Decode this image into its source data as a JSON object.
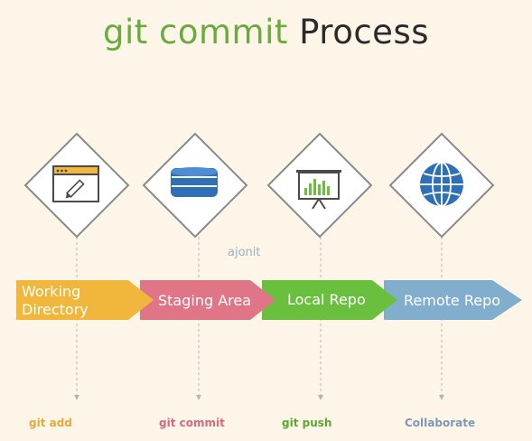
{
  "title": {
    "part1": "git commit",
    "part2": "Process"
  },
  "watermark": "ajonit",
  "stages": [
    {
      "label_line1": "Working",
      "label_line2": "Directory",
      "command": "git add",
      "color": "#f0b73c",
      "command_color": "#e8a93a",
      "icon": "browser-edit-icon"
    },
    {
      "label_line1": "Staging Area",
      "label_line2": "",
      "command": "git commit",
      "color": "#e07588",
      "command_color": "#d9687f",
      "icon": "database-icon"
    },
    {
      "label_line1": "Local Repo",
      "label_line2": "",
      "command": "git push",
      "color": "#6abf3f",
      "command_color": "#5aa832",
      "icon": "presentation-chart-icon"
    },
    {
      "label_line1": "Remote Repo",
      "label_line2": "",
      "command": "Collaborate",
      "color": "#82aece",
      "command_color": "#7b98b8",
      "icon": "globe-icon"
    }
  ]
}
